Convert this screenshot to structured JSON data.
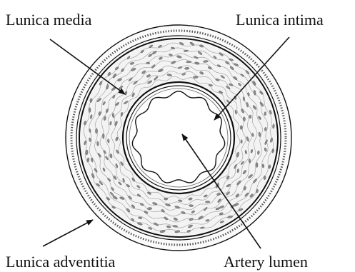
{
  "labels": {
    "media": "Lunica media",
    "intima": "Lunica intima",
    "adventitia": "Lunica adventitia",
    "lumen": "Artery lumen"
  },
  "colors": {
    "ink": "#111111",
    "tissue_fill": "#f3f3f3",
    "cell_fill": "#8a8a8a",
    "fiber": "#9a9a9a",
    "background": "#ffffff"
  }
}
